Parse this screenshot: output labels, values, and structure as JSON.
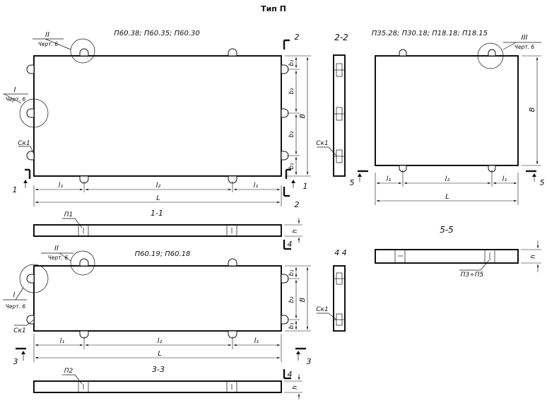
{
  "sheet": {
    "title": "Тип П"
  },
  "views": {
    "v1": {
      "heading": "П60.38; П60.35; П60.30",
      "callout_II": {
        "roman": "II",
        "ref": "Черт. 6"
      },
      "callout_I": {
        "roman": "I",
        "ref": "Черт. 6"
      },
      "mark": "Ск1",
      "dims": {
        "l1": "l₁",
        "l2": "l₂",
        "L": "L",
        "b1": "b₁",
        "b2": "b₂",
        "B": "B"
      },
      "cut_left": "1",
      "cut_right": "1",
      "cut_top": "2",
      "cut_bottom": "2"
    },
    "v2": {
      "heading": "П35.28; П30.18; П18.18; П18.15",
      "callout_III": {
        "roman": "III",
        "ref": "Черт. 6"
      },
      "dims": {
        "l1": "l₁",
        "l2": "l₂",
        "L": "L",
        "B": "B"
      },
      "cut_left": "5",
      "cut_right": "5"
    },
    "v3": {
      "heading": "П60.19; П60.18",
      "callout_II": {
        "roman": "II",
        "ref": "Черт. 6"
      },
      "callout_I": {
        "roman": "I",
        "ref": "Черт. 6"
      },
      "mark": "Ск1",
      "dims": {
        "l1": "l₁",
        "l2": "l₂",
        "L": "L",
        "b1": "b₁",
        "b2": "b₂",
        "B": "B"
      },
      "cut_left": "3",
      "cut_right": "3",
      "cut_top": "4",
      "cut_bottom": "4"
    },
    "sec22": {
      "title": "2-2",
      "mark": "Ск1"
    },
    "sec44": {
      "title": "4  4",
      "mark": "Ск1"
    },
    "sec11": {
      "title": "1-1",
      "label": "П1",
      "h": "h"
    },
    "sec33": {
      "title": "3-3",
      "label": "П2",
      "h": "h"
    },
    "sec55": {
      "title": "5-5",
      "label": "П3÷П5",
      "h": "h"
    }
  }
}
